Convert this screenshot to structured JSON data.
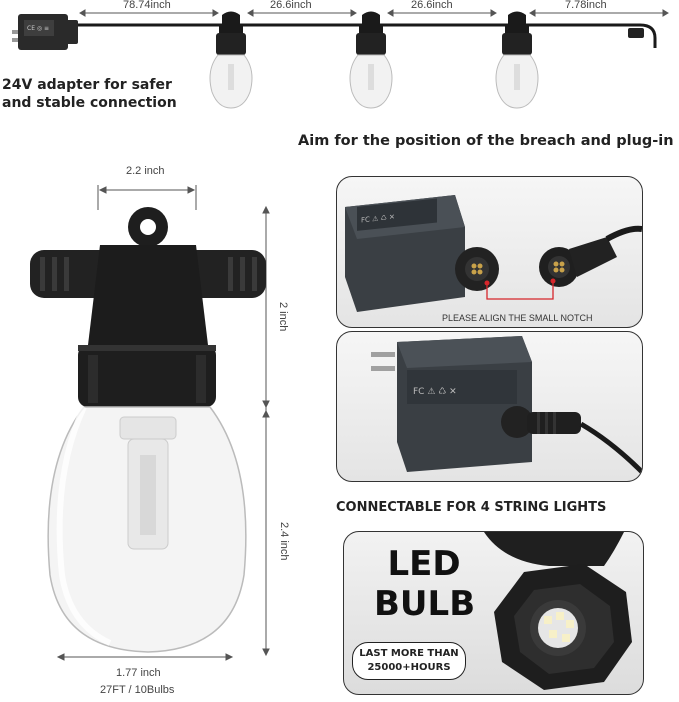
{
  "top": {
    "dimensions": [
      "78.74inch",
      "26.6inch",
      "26.6inch",
      "7.78inch"
    ],
    "adapter_caption_line1": "24V adapter for safer",
    "adapter_caption_line2": "and stable connection"
  },
  "align_heading": "Aim for the position of the breach and plug-in",
  "bulb_diagram": {
    "width_top": "2.2 inch",
    "height_socket": "2 inch",
    "height_bulb": "2.4 inch",
    "width_bottom": "1.77 inch",
    "spec": "27FT / 10Bulbs"
  },
  "panel1": {
    "notice": "PLEASE ALIGN THE SMALL NOTCH"
  },
  "connectable_heading": "CONNECTABLE FOR 4 STRING LIGHTS",
  "led_panel": {
    "title_line1": "LED",
    "title_line2": "BULB",
    "badge_line1": "LAST MORE THAN",
    "badge_line2": "25000+HOURS"
  },
  "colors": {
    "rubber": "#1f1f1f",
    "accent_red": "#d6262b",
    "panel_border": "#333333"
  }
}
